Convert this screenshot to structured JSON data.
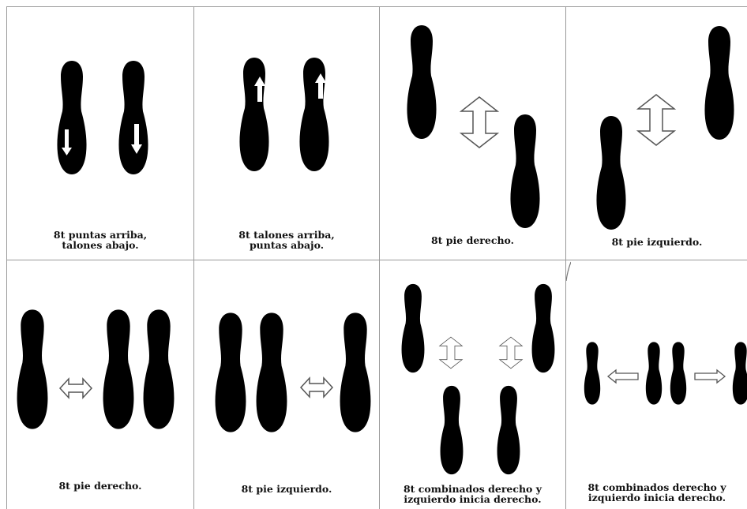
{
  "colors": {
    "foot": "#000000",
    "arrow_outline": "#555555",
    "arrow_fill": "#ffffff",
    "grid_line": "#9a9a9a"
  },
  "cells": [
    {
      "caption": "8t puntas arriba,\ntalones abajo."
    },
    {
      "caption": "8t talones arriba,\npuntas abajo."
    },
    {
      "caption": "8t pie derecho."
    },
    {
      "caption": "8t pie izquierdo."
    },
    {
      "caption": "8t pie derecho."
    },
    {
      "caption": "8t pie izquierdo."
    },
    {
      "caption": "8t combinados derecho y\nizquierdo inicia derecho."
    },
    {
      "caption": "8t combinados derecho y\nizquierdo inicia derecho."
    }
  ]
}
